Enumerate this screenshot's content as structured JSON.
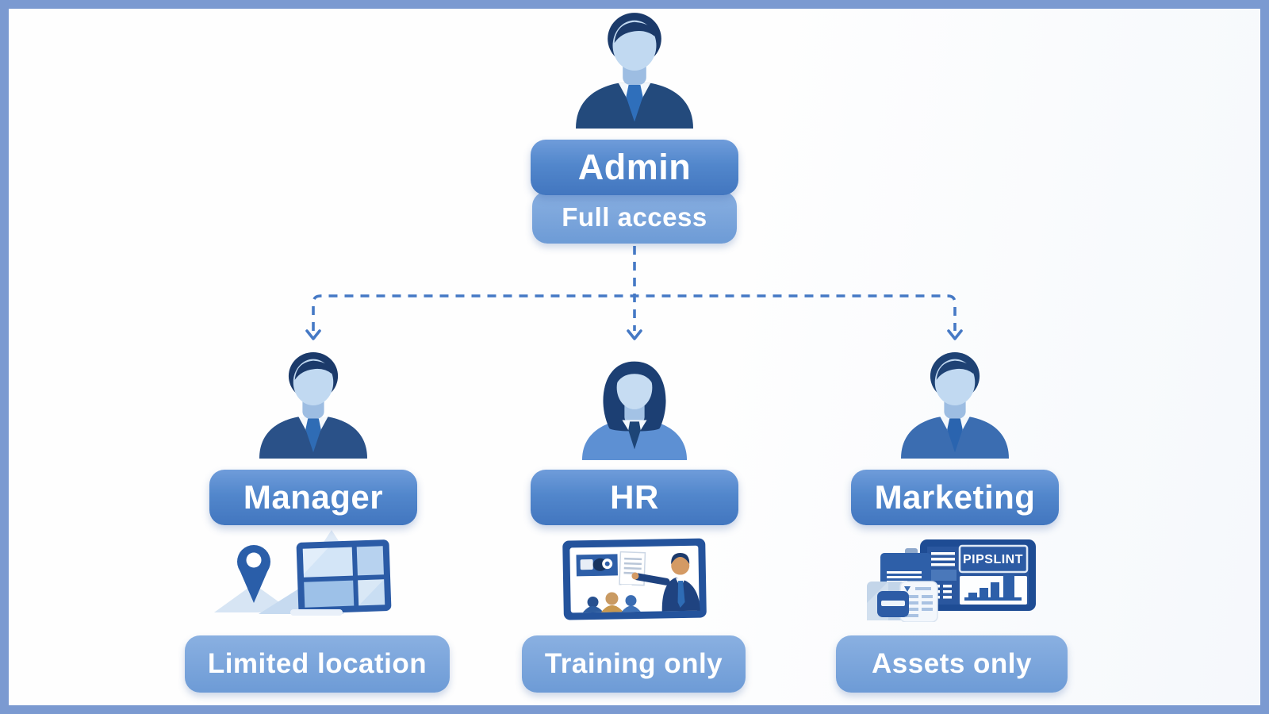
{
  "colors": {
    "frame_border": "#7b9ad1",
    "connector": "#4579c5",
    "node_fill": "#6f9cda",
    "node_fill_dark": "#4276bf",
    "subtitle_fill": "#8ab0e1",
    "text": "#ffffff",
    "suit_navy": "#234a7c",
    "suit_light": "#5d90d3",
    "dashboard_navy": "#1e4c94"
  },
  "diagram": {
    "admin": {
      "title": "Admin",
      "subtitle": "Full access",
      "avatar": "male-admin-avatar"
    },
    "children": [
      {
        "title": "Manager",
        "subtitle": "Limited location",
        "avatar": "male-manager-avatar",
        "icons": [
          "location-pin-icon",
          "mountains-icon",
          "window-panes-icon"
        ]
      },
      {
        "title": "HR",
        "subtitle": "Training only",
        "avatar": "female-hr-avatar",
        "icons": [
          "training-presentation-icon"
        ]
      },
      {
        "title": "Marketing",
        "subtitle": "Assets only",
        "avatar": "male-marketing-avatar",
        "icons": [
          "folder-icon",
          "document-icon",
          "spreadsheet-card-icon",
          "wallet-icon",
          "marketing-dashboard-icon"
        ],
        "screen_label": "PIPSLINT"
      }
    ]
  }
}
